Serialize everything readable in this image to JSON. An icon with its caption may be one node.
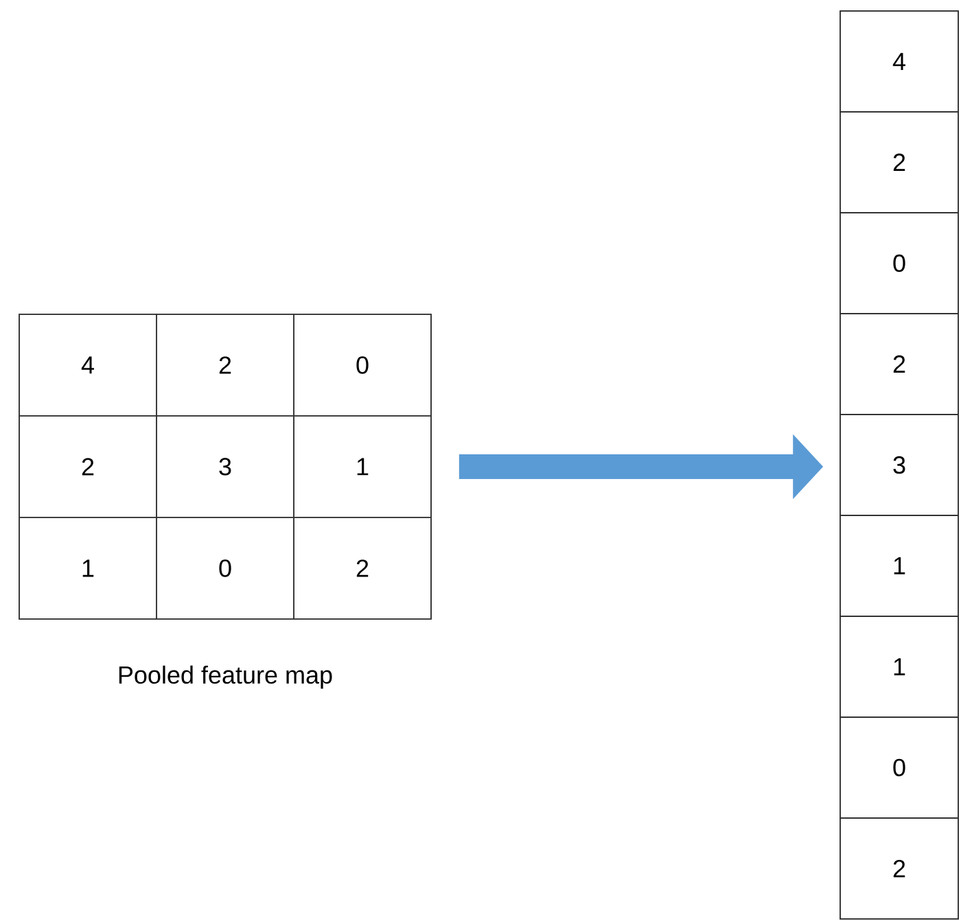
{
  "diagram": {
    "nodes": [
      {
        "text": [],
        "shape": "box",
        "beside": [
          "Pooled feature map"
        ]
      },
      {
        "text": [
          "4"
        ],
        "in": 0
      },
      {
        "text": [
          "2"
        ],
        "in": 0
      },
      {
        "text": [
          "0"
        ],
        "in": 0
      },
      {
        "text": [
          "2"
        ],
        "in": 0
      },
      {
        "text": [
          "3"
        ],
        "in": 0
      },
      {
        "text": [
          "1"
        ],
        "in": 0
      },
      {
        "text": [
          "1"
        ],
        "in": 0
      },
      {
        "text": [
          "0"
        ],
        "in": 0
      },
      {
        "text": [
          "2"
        ],
        "in": 0
      },
      {
        "text": [],
        "shape": "box"
      },
      {
        "text": [
          "4"
        ],
        "in": 10
      },
      {
        "text": [
          "2"
        ],
        "in": 10
      },
      {
        "text": [
          "0"
        ],
        "in": 10
      },
      {
        "text": [
          "2"
        ],
        "in": 10
      },
      {
        "text": [
          "3"
        ],
        "in": 10
      },
      {
        "text": [
          "1"
        ],
        "in": 10
      },
      {
        "text": [
          "1"
        ],
        "in": 10
      },
      {
        "text": [
          "0"
        ],
        "in": 10
      },
      {
        "text": [
          "2"
        ],
        "in": 10
      }
    ],
    "edges": [
      {
        "from": 0,
        "to": 10,
        "arrow": "to"
      }
    ]
  }
}
